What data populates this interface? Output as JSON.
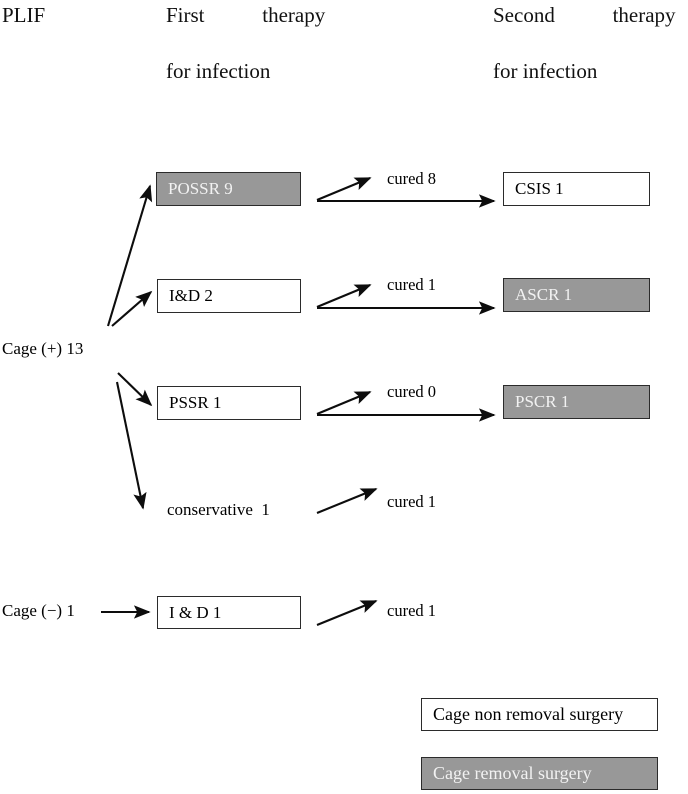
{
  "headers": {
    "left": "PLIF",
    "col1_line1": "First   therapy",
    "col1_line2": "for infection",
    "col2_line1": "Second   therapy",
    "col2_line2": "for infection"
  },
  "groups": {
    "cage_positive": "Cage (+) 13",
    "cage_negative": "Cage (−) 1"
  },
  "rows": [
    {
      "first_therapy": "POSSR 9",
      "first_therapy_style": "gray",
      "cured": "cured 8",
      "second_therapy": "CSIS 1",
      "second_therapy_style": "white"
    },
    {
      "first_therapy": "I&D 2",
      "first_therapy_style": "white",
      "cured": "cured 1",
      "second_therapy": "ASCR 1",
      "second_therapy_style": "gray"
    },
    {
      "first_therapy": "PSSR 1",
      "first_therapy_style": "white",
      "cured": "cured 0",
      "second_therapy": "PSCR 1",
      "second_therapy_style": "gray"
    },
    {
      "first_therapy": "conservative  1",
      "first_therapy_style": "none",
      "cured": "cured 1",
      "second_therapy": "",
      "second_therapy_style": "none"
    }
  ],
  "bottom_row": {
    "first_therapy": "I & D 1",
    "first_therapy_style": "white",
    "cured": "cured 1"
  },
  "legend": [
    {
      "label": "Cage non removal surgery",
      "style": "white"
    },
    {
      "label": "Cage removal surgery",
      "style": "gray"
    }
  ],
  "colors": {
    "gray_fill": "#989898",
    "gray_text": "#f2f2f2",
    "border": "#2b2b2b",
    "arrow": "#0d0d0d",
    "background": "#ffffff"
  }
}
